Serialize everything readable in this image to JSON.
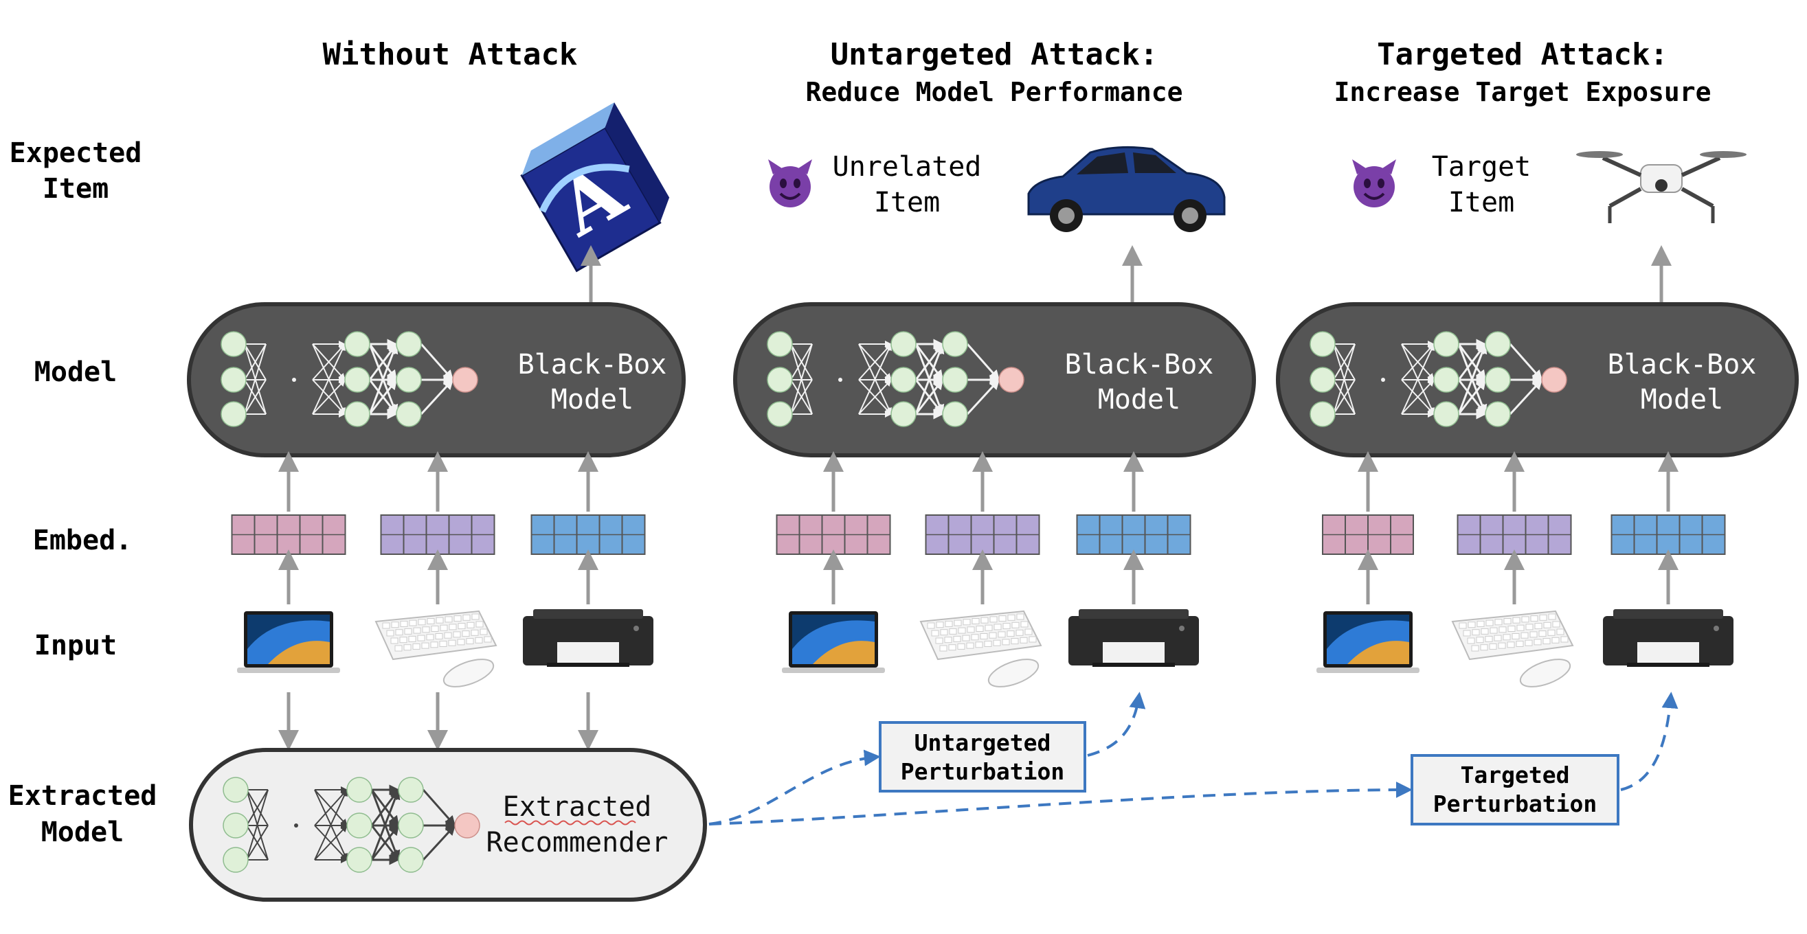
{
  "columns": [
    {
      "title": "Without Attack",
      "subtitle": ""
    },
    {
      "title": "Untargeted Attack:",
      "subtitle": "Reduce Model Performance"
    },
    {
      "title": "Targeted Attack:",
      "subtitle": "Increase Target Exposure"
    }
  ],
  "rows": {
    "expected_item": [
      "Expected",
      "Item"
    ],
    "model": "Model",
    "embed": "Embed.",
    "input": "Input",
    "extracted_model": [
      "Extracted",
      "Model"
    ]
  },
  "expected": {
    "unrelated_item": [
      "Unrelated",
      "Item"
    ],
    "target_item": [
      "Target",
      "Item"
    ],
    "adversary_icon": "devil-emoji-icon",
    "images": [
      "paper-ream-image",
      "blue-sedan-image",
      "drone-image"
    ]
  },
  "blackbox_label": [
    "Black-Box",
    "Model"
  ],
  "extracted_label": [
    "Extracted",
    "Recommender"
  ],
  "perturbations": {
    "untargeted": [
      "Untargeted",
      "Perturbation"
    ],
    "targeted": [
      "Targeted",
      "Perturbation"
    ]
  },
  "input_items": [
    "laptop-icon",
    "keyboard-mouse-icon",
    "printer-icon"
  ],
  "colors": {
    "model_box": "#555555",
    "extracted_box": "#efefef",
    "neuron": "#dff0d8",
    "output_neuron": "#f4c7c3",
    "embed_1": "#d5a6bd",
    "embed_2": "#b4a7d6",
    "embed_3": "#6fa8dc",
    "arrow": "#999999",
    "dashed_arrow": "#3d78c1"
  }
}
